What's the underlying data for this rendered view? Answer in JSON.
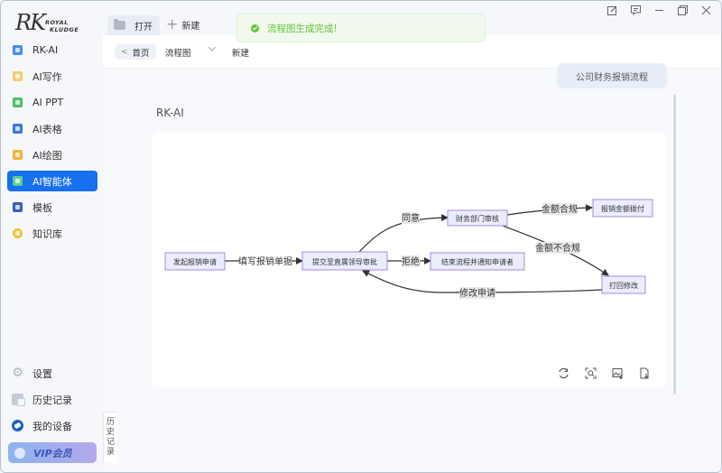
{
  "brand": {
    "logo_main": "RK",
    "logo_line1": "ROYAL",
    "logo_line2": "KLUDGE"
  },
  "sidebar": {
    "items": [
      {
        "label": "RK-AI",
        "icon": "rk-ai-icon",
        "color": "#4a8de8",
        "active": false
      },
      {
        "label": "AI写作",
        "icon": "writing-icon",
        "color": "#f4cd6b",
        "active": false
      },
      {
        "label": "AI PPT",
        "icon": "ppt-icon",
        "color": "#4cbf6a",
        "active": false
      },
      {
        "label": "AI表格",
        "icon": "table-icon",
        "color": "#3a78d6",
        "active": false
      },
      {
        "label": "AI绘图",
        "icon": "drawing-icon",
        "color": "#f2b53a",
        "active": false
      },
      {
        "label": "AI智能体",
        "icon": "agent-icon",
        "color": "#5dd08a",
        "active": true
      },
      {
        "label": "模板",
        "icon": "template-icon",
        "color": "#3a5fb8",
        "active": false
      },
      {
        "label": "知识库",
        "icon": "knowledge-icon",
        "color": "#f2c23a",
        "active": false
      }
    ],
    "bottom": {
      "settings": "设置",
      "history": "历史记录",
      "devices": "我的设备",
      "vip": "VIP会员"
    }
  },
  "topbar": {
    "tab_open": "打开",
    "tab_new": "新建"
  },
  "breadcrumb": {
    "home": "首页",
    "current": "流程图",
    "next": "新建"
  },
  "toast": {
    "message": "流程图生成完成!",
    "color": "#67c23a"
  },
  "chat": {
    "user_message": "公司财务报销流程",
    "reply_title": "RK-AI"
  },
  "flowchart": {
    "nodes": {
      "start": "发起报销申请",
      "submit": "提交至直属领导审批",
      "finance": "财务部门审核",
      "end_reject": "结束流程并通知申请者",
      "payout": "报销金额拨付",
      "return": "打回修改"
    },
    "edges": {
      "fill_form": "填写报销单据",
      "agree": "同意",
      "reject": "拒绝",
      "compliant": "金额合规",
      "noncompliant": "金额不合规",
      "modify": "修改申请"
    },
    "node_fill": "#ececff",
    "node_stroke": "#9370db"
  },
  "history_tab": [
    "历",
    "史",
    "记",
    "录"
  ]
}
